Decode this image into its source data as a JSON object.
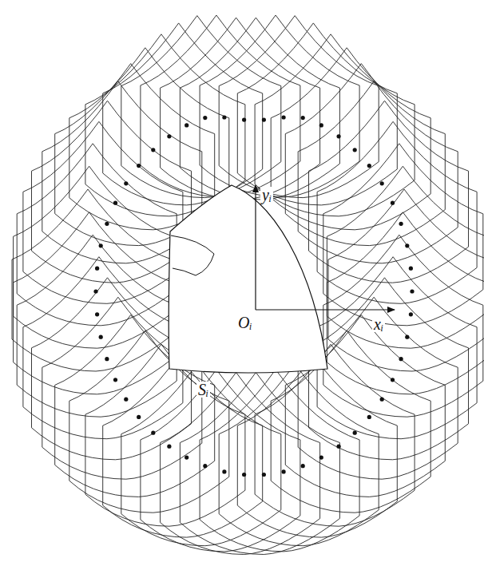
{
  "diagram": {
    "labels": [
      "yᵢ",
      "Oᵢ",
      "xᵢ",
      "Sᵢ"
    ]
  }
}
